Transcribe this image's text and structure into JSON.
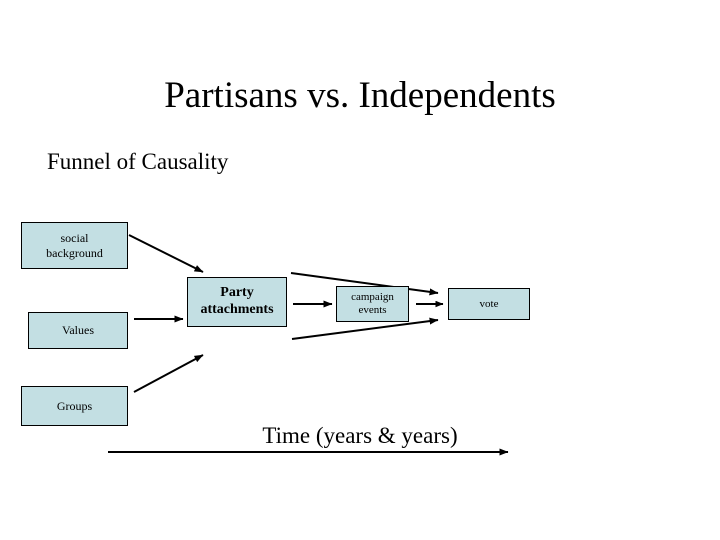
{
  "slide": {
    "title": "Partisans vs. Independents",
    "subtitle": "Funnel of Causality",
    "time_axis_label": "Time (years & years)",
    "colors": {
      "node_fill": "#c3dfe3",
      "node_border": "#000000",
      "text": "#000000",
      "background": "#ffffff",
      "arrow": "#000000"
    }
  },
  "nodes": [
    {
      "id": "social-background",
      "label": "social\nbackground",
      "text_line1": "social",
      "text_line2": "background",
      "bold": false
    },
    {
      "id": "values",
      "label": "Values",
      "bold": false
    },
    {
      "id": "groups",
      "label": "Groups",
      "bold": false
    },
    {
      "id": "party-attachments",
      "label": "Party\nattachments",
      "text_line1": "Party",
      "text_line2": "attachments",
      "bold": true
    },
    {
      "id": "campaign-events",
      "label": "campaign\nevents",
      "text_line1": "campaign",
      "text_line2": "events",
      "bold": false
    },
    {
      "id": "vote",
      "label": "vote",
      "bold": false
    }
  ],
  "connectors": [
    {
      "id": "social-to-party",
      "from": "social-background",
      "to": "party-attachments",
      "style": "diagonal-down-right-arrow"
    },
    {
      "id": "values-to-party",
      "from": "values",
      "to": "party-attachments",
      "style": "horizontal-arrow"
    },
    {
      "id": "groups-to-party",
      "from": "groups",
      "to": "party-attachments",
      "style": "diagonal-up-right-arrow"
    },
    {
      "id": "party-to-campaign",
      "from": "party-attachments",
      "to": "campaign-events",
      "style": "horizontal-arrow"
    },
    {
      "id": "campaign-to-vote",
      "from": "campaign-events",
      "to": "vote",
      "style": "short-horizontal-arrow"
    },
    {
      "id": "funnel-upper",
      "from": "party-attachments",
      "to": "right-edge",
      "style": "diverging-up-right-arrow"
    },
    {
      "id": "funnel-lower",
      "from": "party-attachments",
      "to": "right-edge",
      "style": "diverging-down-right-arrow"
    },
    {
      "id": "time-axis",
      "from": "left",
      "to": "right",
      "style": "long-horizontal-arrow"
    }
  ]
}
